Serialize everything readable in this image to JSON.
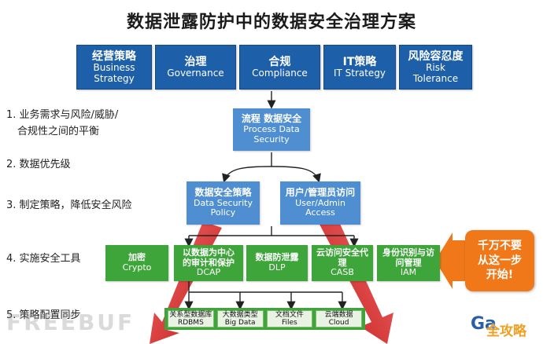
{
  "title": "数据泄露防护中的数据安全治理方案",
  "top_boxes": [
    {
      "zh": "经营策略",
      "en": "Business Strategy"
    },
    {
      "zh": "治理",
      "en": "Governance"
    },
    {
      "zh": "合规",
      "en": "Compliance"
    },
    {
      "zh": "IT策略",
      "en": "IT Strategy"
    },
    {
      "zh": "风险容忍度",
      "en": "Risk Tolerance"
    }
  ],
  "process_box": {
    "zh": "流程 数据安全",
    "en": "Process Data Security"
  },
  "policy_boxes": [
    {
      "zh": "数据安全策略",
      "en": "Data Security Policy"
    },
    {
      "zh": "用户/管理员访问",
      "en": "User/Admin Access"
    }
  ],
  "tool_boxes": [
    {
      "zh": "加密",
      "en": "Crypto"
    },
    {
      "zh": "以数据为中心的审计和保护",
      "en": "DCAP"
    },
    {
      "zh": "数据防泄露",
      "en": "DLP"
    },
    {
      "zh": "云访问安全代理",
      "en": "CASB"
    },
    {
      "zh": "身份识别与访问管理",
      "en": "IAM"
    }
  ],
  "data_stores": [
    {
      "zh": "关系型数据库",
      "en": "RDBMS"
    },
    {
      "zh": "大数据类型",
      "en": "Big Data"
    },
    {
      "zh": "文档文件",
      "en": "Files"
    },
    {
      "zh": "云端数据",
      "en": "Cloud"
    }
  ],
  "steps": [
    "1. 业务需求与风险/威胁/",
    "合规性之间的平衡",
    "2. 数据优先级",
    "3. 制定策略，降低安全风险",
    "4. 实施安全工具",
    "5. 策略配置同步"
  ],
  "warning": {
    "line1": "千万不要",
    "line2": "从这一步",
    "line3": "开始!"
  },
  "watermark": "FREEBUF",
  "logo": "Ga",
  "logo_overlay": "全攻略",
  "colors": {
    "dark_blue": "#1d5fa8",
    "light_blue": "#4f8fd1",
    "green": "#3ea53a",
    "orange": "#f07818",
    "red_arrow": "#d42a2a"
  }
}
